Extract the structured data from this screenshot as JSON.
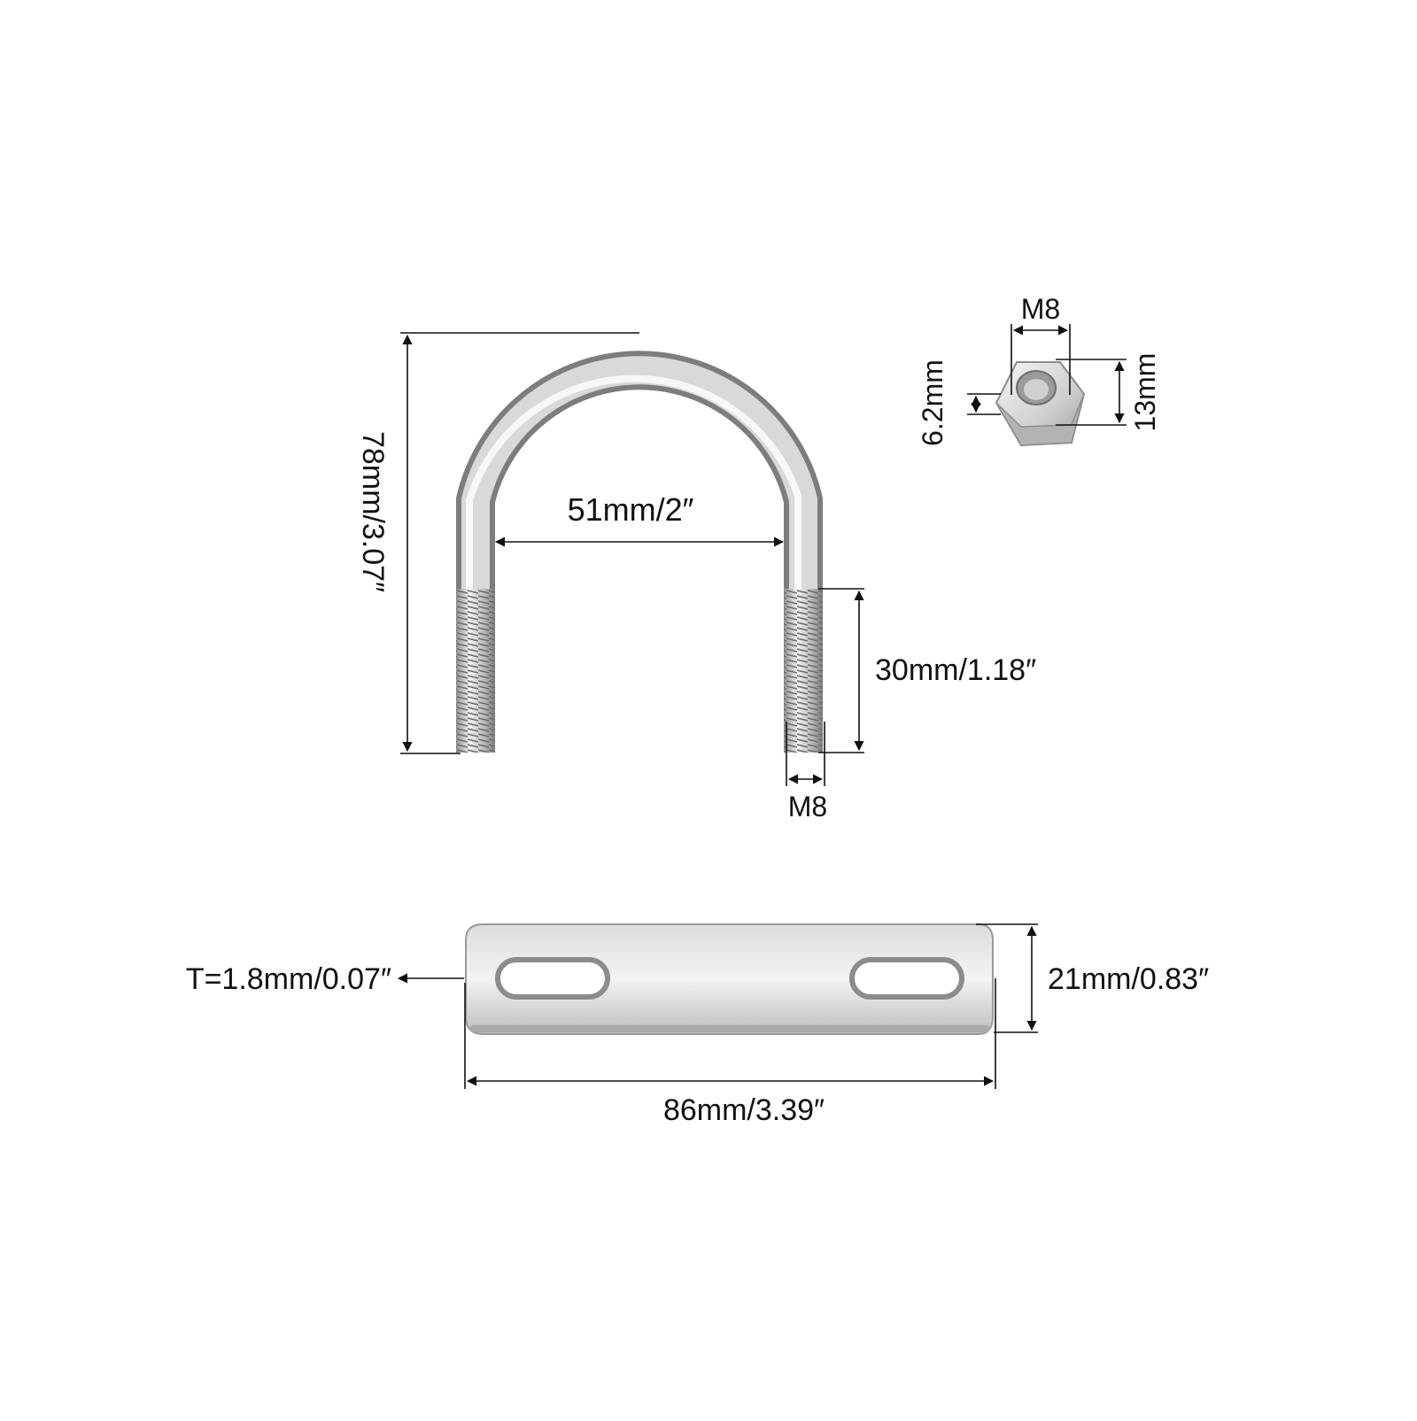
{
  "ubolt": {
    "height_label": "78mm/3.07″",
    "inner_width_label": "51mm/2″",
    "thread_length_label": "30mm/1.18″",
    "thread_size_label": "M8"
  },
  "nut": {
    "thread_label": "M8",
    "thickness_label": "6.2mm",
    "width_label": "13mm"
  },
  "plate": {
    "thickness_label": "T=1.8mm/0.07″",
    "width_label": "21mm/0.83″",
    "length_label": "86mm/3.39″"
  },
  "colors": {
    "line": "#111111",
    "metal_light": "#f2f2f2",
    "metal_mid": "#c4c4c4",
    "metal_dark": "#8a8a8a"
  }
}
